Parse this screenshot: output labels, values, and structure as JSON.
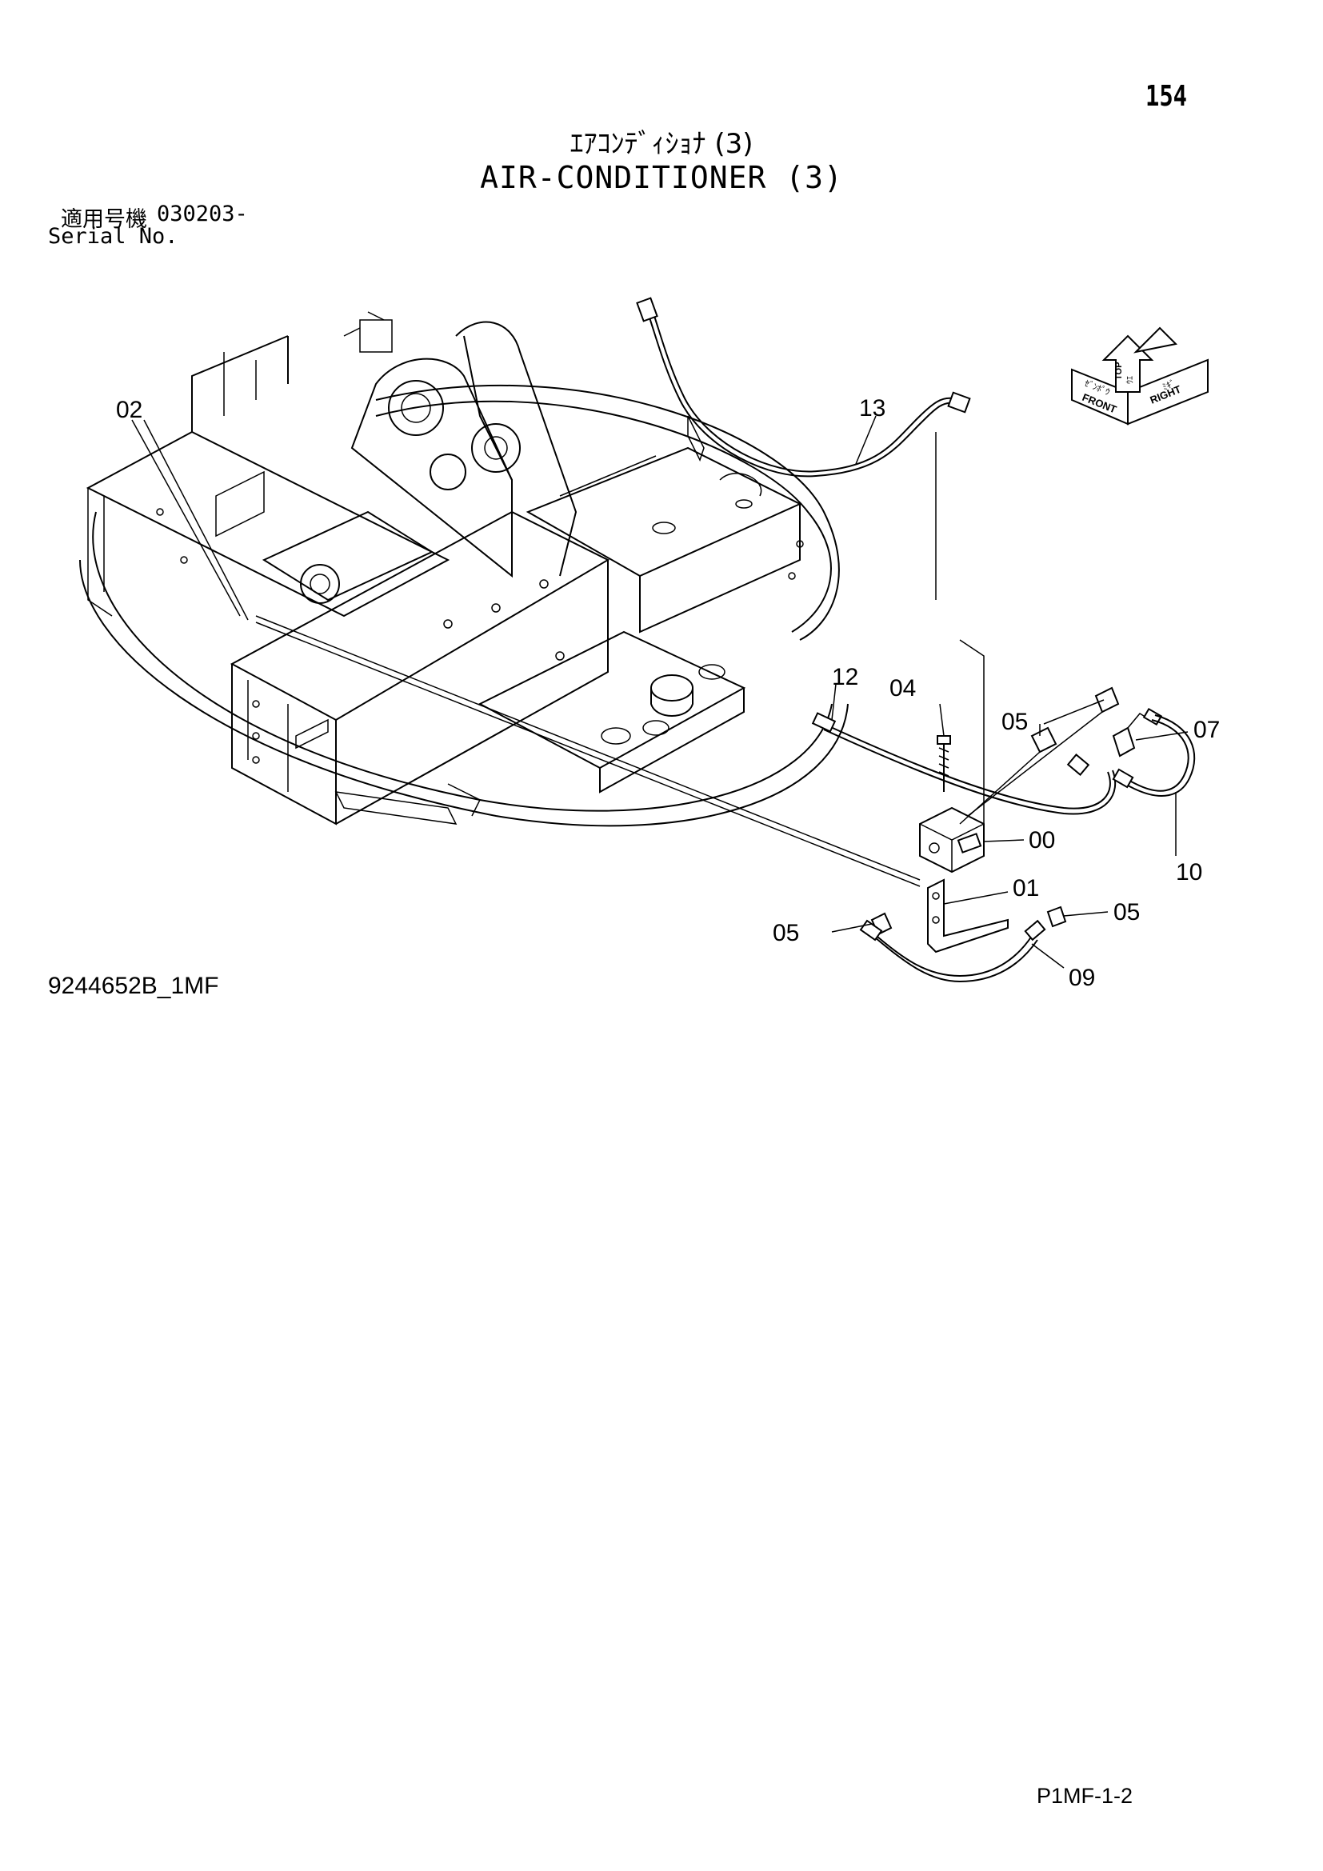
{
  "header": {
    "page_number": "154",
    "title_jp": "ｴｱｺﾝﾃﾞｨｼｮﾅ (3)",
    "title_en": "AIR-CONDITIONER (3)",
    "serial_label_jp": "適用号機",
    "serial_value": "030203-",
    "serial_label_en": "Serial No."
  },
  "diagram": {
    "callouts": [
      "02",
      "13",
      "12",
      "04",
      "05",
      "07",
      "00",
      "10",
      "01",
      "05",
      "05",
      "09"
    ],
    "orientation": {
      "front": "FRONT",
      "right": "RIGHT",
      "top": "TOP",
      "front_jp": "ｾﾞﾝﾎﾟｳ",
      "right_jp": "ﾐｷﾞ",
      "top_jp": "ｳｴ"
    }
  },
  "footer": {
    "drawing_id": "9244652B_1MF",
    "page_code": "P1MF-1-2"
  }
}
